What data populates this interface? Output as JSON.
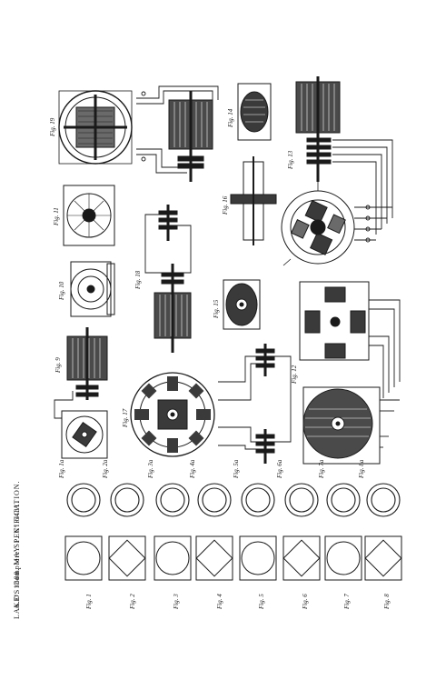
{
  "header": {
    "line1": "A.D. 1888. MAY 1. Nº 6481.",
    "line2": "LAKE'S Complete SPECIFICATION."
  },
  "figures": {
    "top_row": [
      "Fig. 19",
      "Fig. 11",
      "Fig. 10",
      "Fig. 9",
      "Fig. 17"
    ],
    "middle_row": [
      "Fig. 14",
      "Fig. 16",
      "Fig. 18",
      "Fig. 15"
    ],
    "right_row": [
      "Fig. 13",
      "Fig. 12"
    ],
    "small_a": [
      "Fig. 1a",
      "Fig. 2a",
      "Fig. 3a",
      "Fig. 4a",
      "Fig. 5a",
      "Fig. 6a",
      "Fig. 7a",
      "Fig. 8a"
    ],
    "small": [
      "Fig. 1",
      "Fig. 2",
      "Fig. 3",
      "Fig. 4",
      "Fig. 5",
      "Fig. 6",
      "Fig. 7",
      "Fig. 8"
    ]
  },
  "colors": {
    "ink": "#1a1a1a",
    "paper": "#ffffff"
  }
}
